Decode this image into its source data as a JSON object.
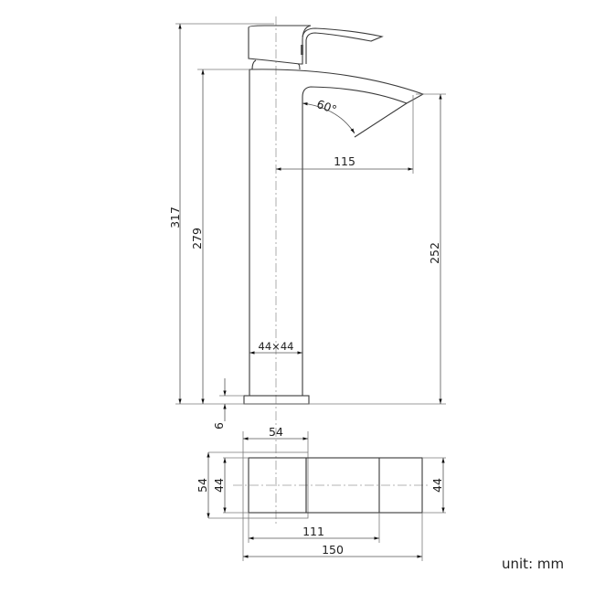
{
  "drawing": {
    "subject": "basin faucet technical drawing",
    "unit_label": "unit: mm",
    "side_view": {
      "total_height": "317",
      "body_height": "279",
      "spout_height": "252",
      "spout_reach": "115",
      "spout_angle": "60°",
      "body_section": "44×44",
      "base_plate_thickness": "6",
      "base_plate_width": "54"
    },
    "plan_view": {
      "base_plate_depth": "54",
      "body_depth": "44",
      "spout_depth": "44",
      "body_to_spout_length": "111",
      "overall_length": "150"
    }
  },
  "colors": {
    "outline": "#3a3a3a",
    "dimension": "#555555",
    "centerline": "#9a9a9a",
    "background": "#ffffff"
  }
}
